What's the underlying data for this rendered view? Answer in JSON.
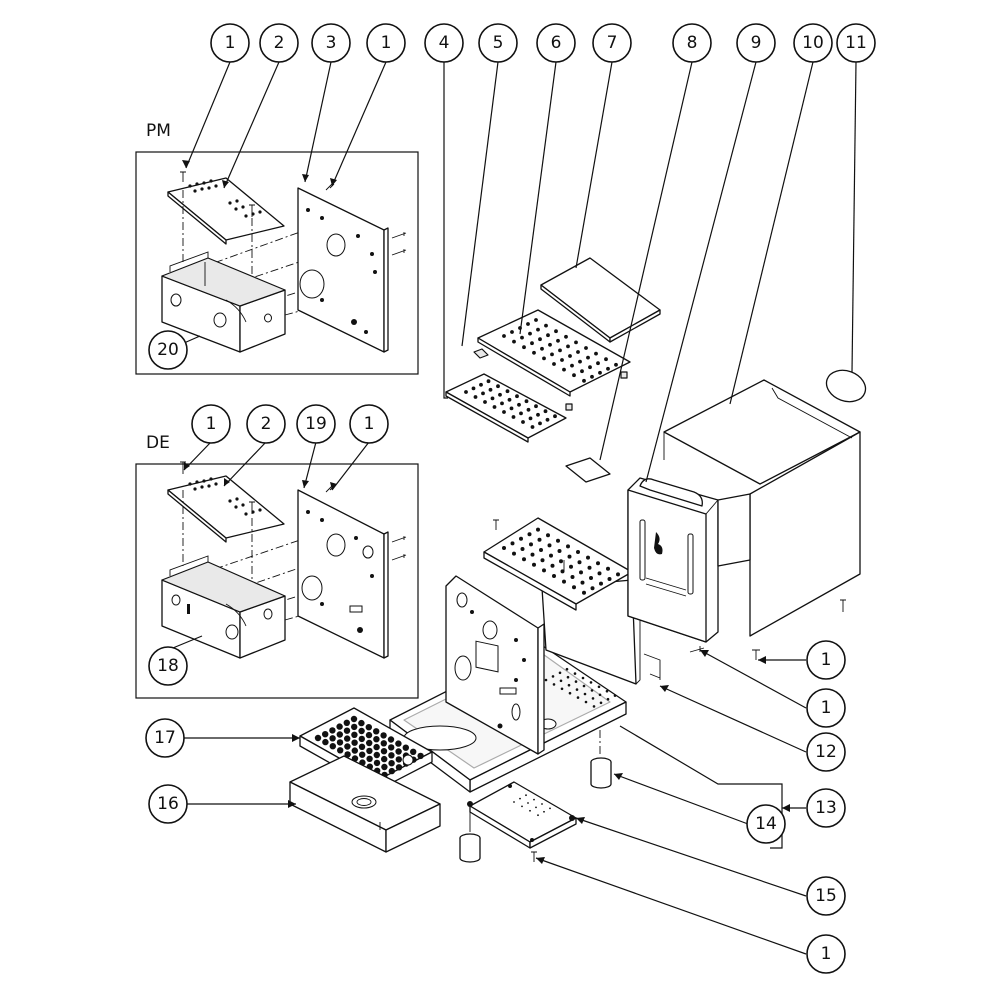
{
  "insets": {
    "pm": {
      "label": "PM"
    },
    "de": {
      "label": "DE"
    }
  },
  "callouts": {
    "pm_1a": "1",
    "pm_2": "2",
    "pm_3": "3",
    "pm_1b": "1",
    "pm_20": "20",
    "de_1a": "1",
    "de_2": "2",
    "de_19": "19",
    "de_1b": "1",
    "de_18": "18",
    "c4": "4",
    "c5": "5",
    "c6": "6",
    "c7": "7",
    "c8": "8",
    "c9": "9",
    "c10": "10",
    "c11": "11",
    "r1a": "1",
    "r1b": "1",
    "c12": "12",
    "c13": "13",
    "c14": "14",
    "c15": "15",
    "r1c": "1",
    "c16": "16",
    "c17": "17"
  }
}
